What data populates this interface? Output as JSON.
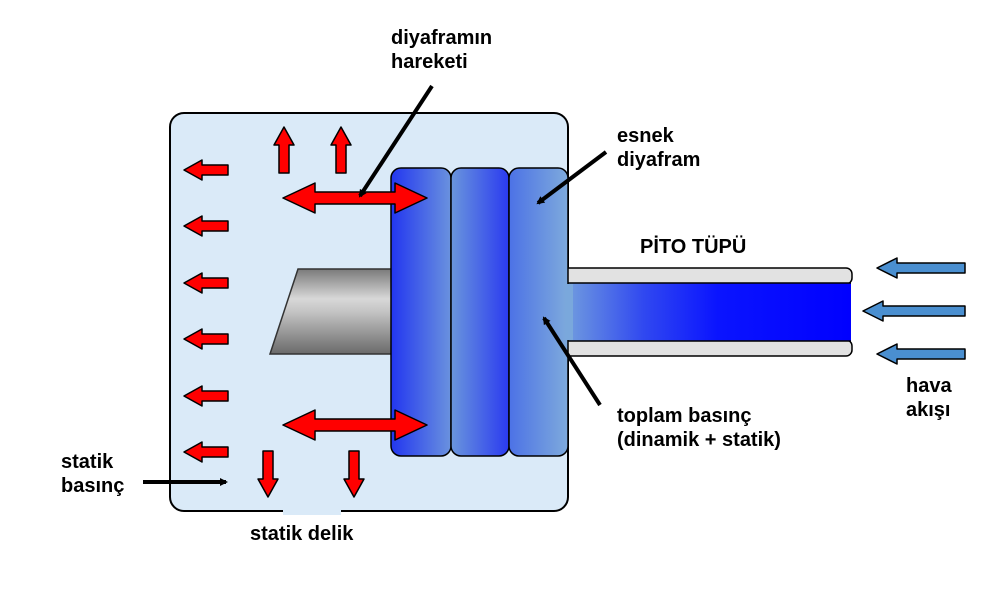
{
  "labels": {
    "diaphragm_motion": [
      "diyaframın",
      "hareketi"
    ],
    "flexible_diaphragm": [
      "esnek",
      "diyafram"
    ],
    "pitot_tube": "PİTO TÜPÜ",
    "total_pressure": [
      "toplam basınç",
      "(dinamik + statik)"
    ],
    "airflow": [
      "hava",
      "akışı"
    ],
    "static_pressure": [
      "statik",
      "basınç"
    ],
    "static_port": "statik delik"
  },
  "colors": {
    "housing_fill": "#daeaf8",
    "pressure_arrow": "#ff0000",
    "airflow_arrow": "#4a8fd0",
    "pitot_flow": "#0000ff",
    "diaphragm_dark": "#2a3cf0",
    "diaphragm_light": "#7aa6da",
    "tube_wall": "#e2e2e2"
  },
  "icons": {
    "static_pressure_arrows": "red-arrow-icon",
    "airflow_arrows": "blue-arrow-left-icon"
  }
}
